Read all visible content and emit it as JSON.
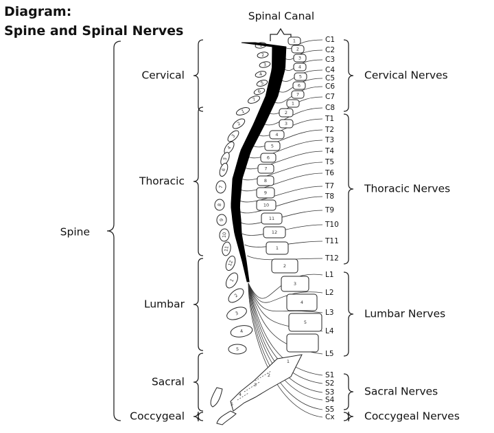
{
  "title": {
    "line1": "Diagram:",
    "line2": "Spine and Spinal Nerves"
  },
  "canal_label": "Spinal Canal",
  "spine_label": "Spine",
  "regions": [
    {
      "label": "Cervical"
    },
    {
      "label": "Thoracic"
    },
    {
      "label": "Lumbar"
    },
    {
      "label": "Sacral"
    },
    {
      "label": "Coccygeal"
    }
  ],
  "nerve_groups": [
    {
      "label": "Cervical Nerves"
    },
    {
      "label": "Thoracic Nerves"
    },
    {
      "label": "Lumbar Nerves"
    },
    {
      "label": "Sacral Nerves"
    },
    {
      "label": "Coccygeal Nerves"
    }
  ],
  "nerves": [
    "C1",
    "C2",
    "C3",
    "C4",
    "C5",
    "C6",
    "C7",
    "C8",
    "T1",
    "T2",
    "T3",
    "T4",
    "T5",
    "T6",
    "T7",
    "T8",
    "T9",
    "T10",
    "T11",
    "T12",
    "L1",
    "L2",
    "L3",
    "L4",
    "L5",
    "S1",
    "S2",
    "S3",
    "S4",
    "S5",
    "Cx"
  ],
  "vertebra_numbers": {
    "cervical": [
      "1",
      "2",
      "3",
      "4",
      "5",
      "6",
      "7"
    ],
    "thoracic": [
      "1",
      "2",
      "3",
      "4",
      "5",
      "6",
      "7",
      "8",
      "9",
      "10",
      "11",
      "12"
    ],
    "lumbar": [
      "1",
      "2",
      "3",
      "4",
      "5"
    ],
    "sacral": [
      "1",
      "2",
      "3",
      "4",
      "5"
    ]
  }
}
